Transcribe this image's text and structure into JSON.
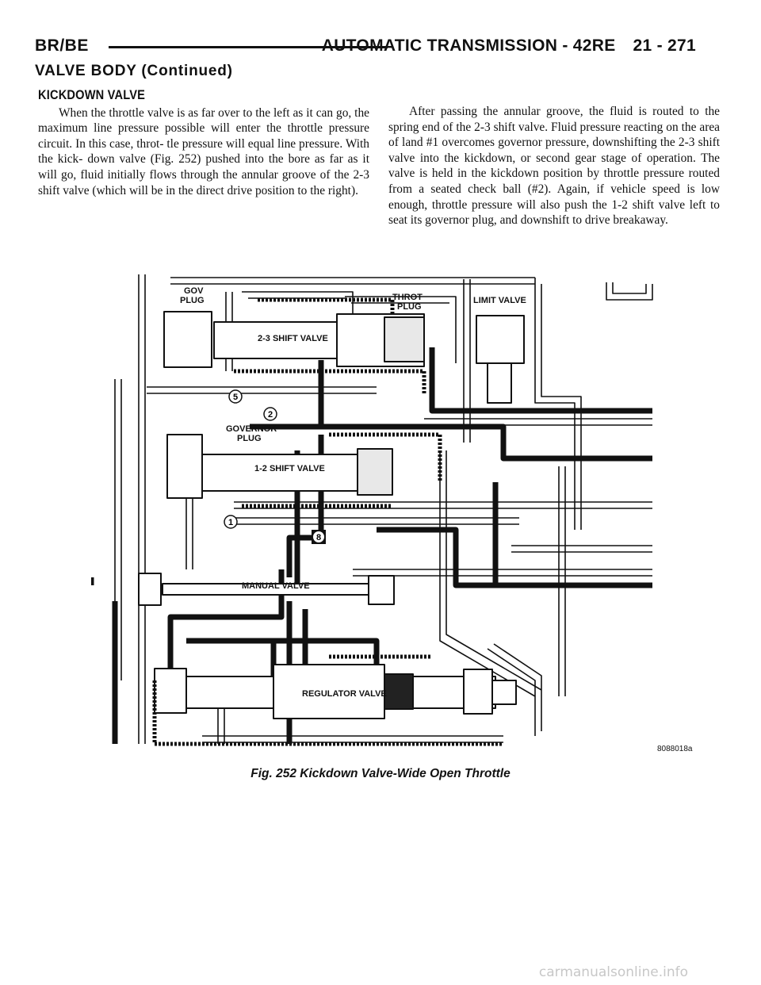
{
  "header": {
    "left": "BR/BE",
    "title": "AUTOMATIC TRANSMISSION - 42RE",
    "page": "21 - 271"
  },
  "section_title": "VALVE BODY (Continued)",
  "article": {
    "heading": "KICKDOWN VALVE",
    "para_left": "When the throttle valve is as far over to the left as it can go, the maximum line pressure possible will enter the throttle pressure circuit. In this case, throt- tle pressure will equal line pressure. With the kick- down valve (Fig. 252) pushed into the bore as far as it will go, fluid initially flows through the annular groove of the 2-3 shift valve (which will be in the direct drive position to the right).",
    "para_right": "After passing the annular groove, the fluid is routed to the spring end of the 2-3 shift valve. Fluid pressure reacting on the area of land #1 overcomes governor pressure, downshifting the 2-3 shift valve into the kickdown, or second gear stage of operation. The valve is held in the kickdown position by throttle pressure routed from a seated check ball (#2). Again, if vehicle speed is low enough, throttle pressure will also push the 1-2 shift valve left to seat its governor plug, and downshift to drive breakaway."
  },
  "figure": {
    "labels": {
      "gov_plug_1": "GOV",
      "gov_plug_2": "PLUG",
      "shift_23": "2-3 SHIFT VALVE",
      "throt_plug_1": "THROT",
      "throt_plug_2": "PLUG",
      "limit_valve": "LIMIT VALVE",
      "governor_plug_1": "GOVERNOR",
      "governor_plug_2": "PLUG",
      "shift_12": "1-2 SHIFT VALVE",
      "manual_valve": "MANUAL VALVE",
      "regulator_valve": "REGULATOR VALVE",
      "ball_5": "5",
      "ball_2": "2",
      "ball_1": "1",
      "ball_8": "8"
    },
    "id": "8088018a",
    "caption": "Fig. 252 Kickdown Valve-Wide Open Throttle"
  },
  "watermark": "carmanualsonline.info"
}
